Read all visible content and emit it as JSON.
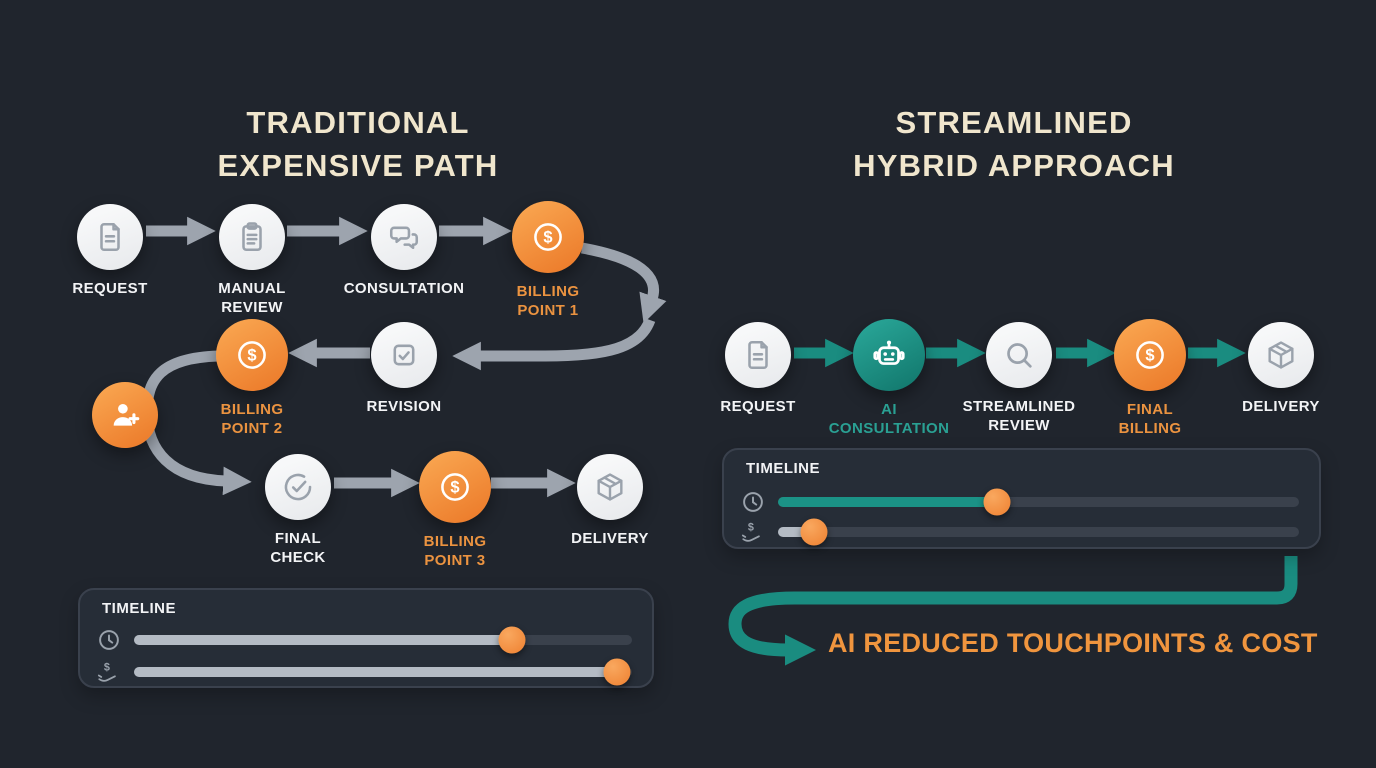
{
  "left_panel": {
    "title": "TRADITIONAL\nEXPENSIVE PATH",
    "nodes": {
      "request": "REQUEST",
      "manual_review": "MANUAL\nREVIEW",
      "consultation": "CONSULTATION",
      "billing_point_1": "BILLING\nPOINT 1",
      "billing_point_2": "BILLING\nPOINT 2",
      "revision": "REVISION",
      "final_check": "FINAL\nCHECK",
      "billing_point_3": "BILLING\nPOINT 3",
      "delivery": "DELIVERY"
    },
    "timeline": {
      "label": "TIMELINE",
      "time_pct": 76,
      "cost_pct": 97
    }
  },
  "right_panel": {
    "title": "STREAMLINED\nHYBRID APPROACH",
    "nodes": {
      "request": "REQUEST",
      "ai_consultation": "AI\nCONSULTATION",
      "streamlined_review": "STREAMLINED\nREVIEW",
      "final_billing": "FINAL\nBILLING",
      "delivery": "DELIVERY"
    },
    "timeline": {
      "label": "TIMELINE",
      "time_pct": 42,
      "cost_pct": 7
    },
    "callout": "AI REDUCED TOUCHPOINTS & COST"
  },
  "icons": {
    "dollar": "$"
  },
  "colors": {
    "background": "#20252d",
    "accent_orange": "#f0923d",
    "accent_teal": "#1a8c80",
    "arrow_gray": "#9da4ae",
    "title_cream": "#f0e6cd"
  }
}
